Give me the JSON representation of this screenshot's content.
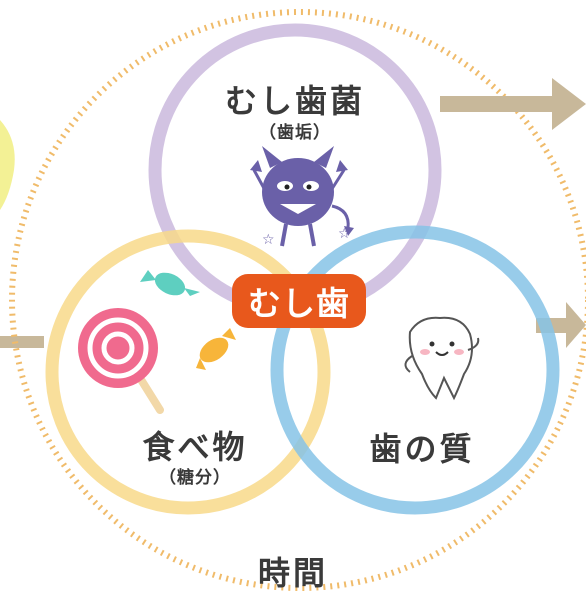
{
  "diagram": {
    "circles": [
      {
        "label": "むし歯菌",
        "sublabel": "（歯垢）",
        "color": "#cdbcdf"
      },
      {
        "label": "食べ物",
        "sublabel": "（糖分）",
        "color": "#f8d98a"
      },
      {
        "label": "歯の質",
        "sublabel": "",
        "color": "#86c3e6"
      }
    ],
    "center": {
      "label": "むし歯",
      "color": "#e8581c"
    },
    "outer": {
      "label": "時間",
      "color": "#f0bb6a"
    },
    "arrow_color": "#c8b89a"
  }
}
